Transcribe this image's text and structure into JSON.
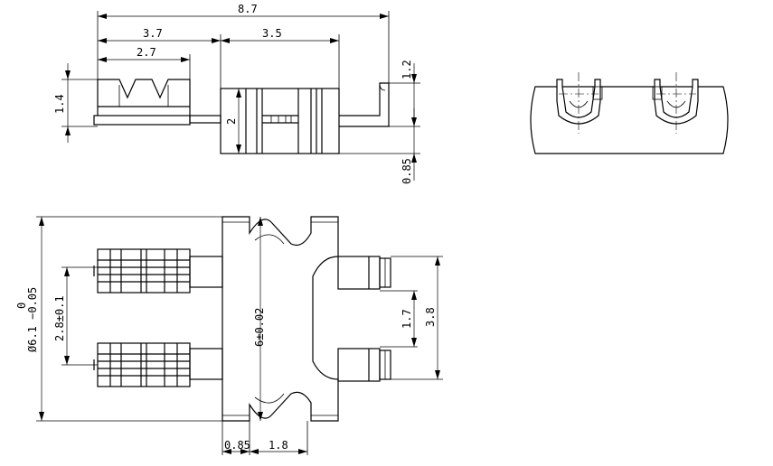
{
  "drawing": {
    "side_view": {
      "overall_length": "8.7",
      "left_segment": "3.7",
      "right_segment": "3.5",
      "inner_segment": "2.7",
      "left_height": "1.4",
      "body_height": "2",
      "tab_height": "1.2",
      "base_thickness": "0.85"
    },
    "plan_view": {
      "diameter": "Ø6.1 −0.05",
      "diameter_upper_tol": "0",
      "pin_spacing": "2.8±0.1",
      "body_width": "6±0.02",
      "lead_spacing_inner": "1.7",
      "lead_spacing_outer": "3.8",
      "flange_thickness": "0.85",
      "slot_width": "1.8"
    }
  }
}
